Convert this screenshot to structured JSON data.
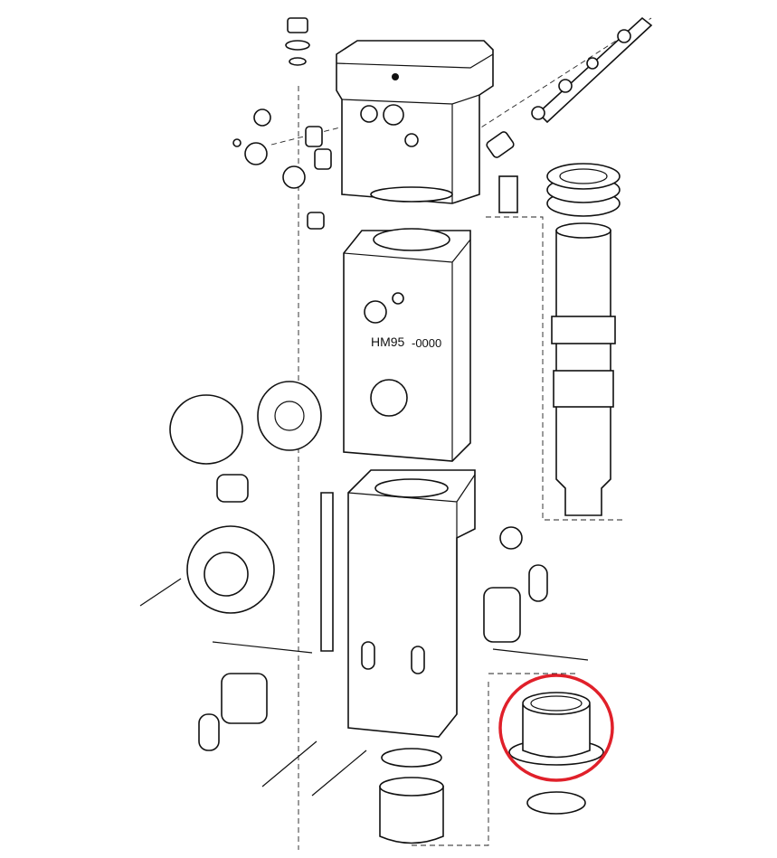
{
  "diagram": {
    "model_label": "HM95",
    "part_number_suffix": "-0000",
    "highlight_color": "#e0202a",
    "highlighted_part": "bushing"
  }
}
